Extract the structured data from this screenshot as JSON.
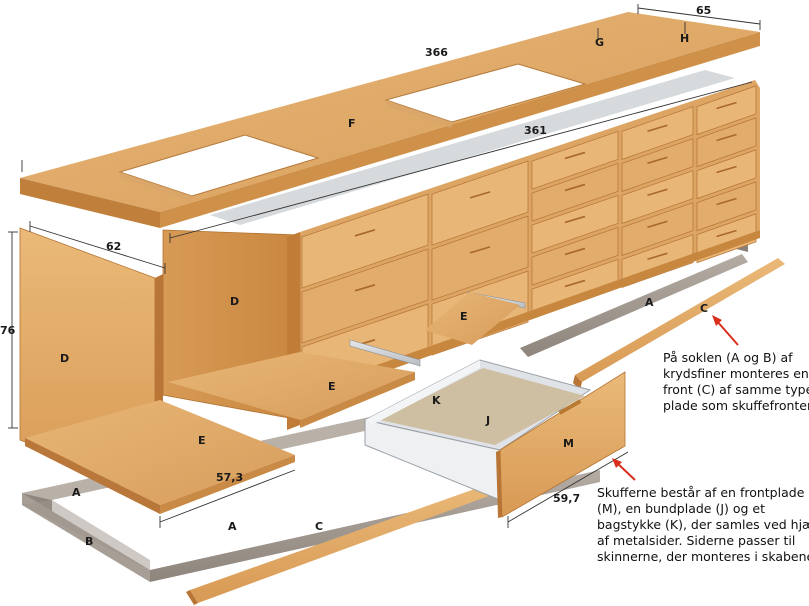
{
  "part_labels": {
    "top_g": "G",
    "top_h": "H",
    "top_f": "F",
    "side_d_front": "D",
    "side_d_inner": "D",
    "shelf_e_left": "E",
    "shelf_e_mid": "E",
    "shelf_e_right": "E",
    "base_a_left": "A",
    "base_a_front": "A",
    "base_a_back": "A",
    "base_b": "B",
    "base_c_front": "C",
    "base_c_right": "C",
    "drawer_k": "K",
    "drawer_j": "J",
    "drawer_m": "M"
  },
  "dimensions": {
    "top_depth": "65",
    "top_length": "366",
    "inner_length": "361",
    "side_depth": "62",
    "side_height": "76",
    "shelf_depth": "57,3",
    "drawer_width": "59,7"
  },
  "annotations": {
    "base_note": [
      "På soklen (A og B) af",
      "krydsfiner monteres en",
      "front (C) af samme type",
      "plade som skuffefronterne."
    ],
    "drawer_note": [
      "Skufferne består af en frontplade",
      "(M), en bundplade (J) og et",
      "bagstykke (K), der samles ved hjælp",
      "af metalsider. Siderne passer til",
      "skinnerne, der monteres i skabene."
    ]
  },
  "colors": {
    "wood_light": "#e9b878",
    "wood_mid": "#d89a55",
    "wood_dark": "#b87535",
    "plywood_grey": "#a39a92",
    "steel": "#c9cdd3",
    "arrow_red": "#d8301c"
  }
}
